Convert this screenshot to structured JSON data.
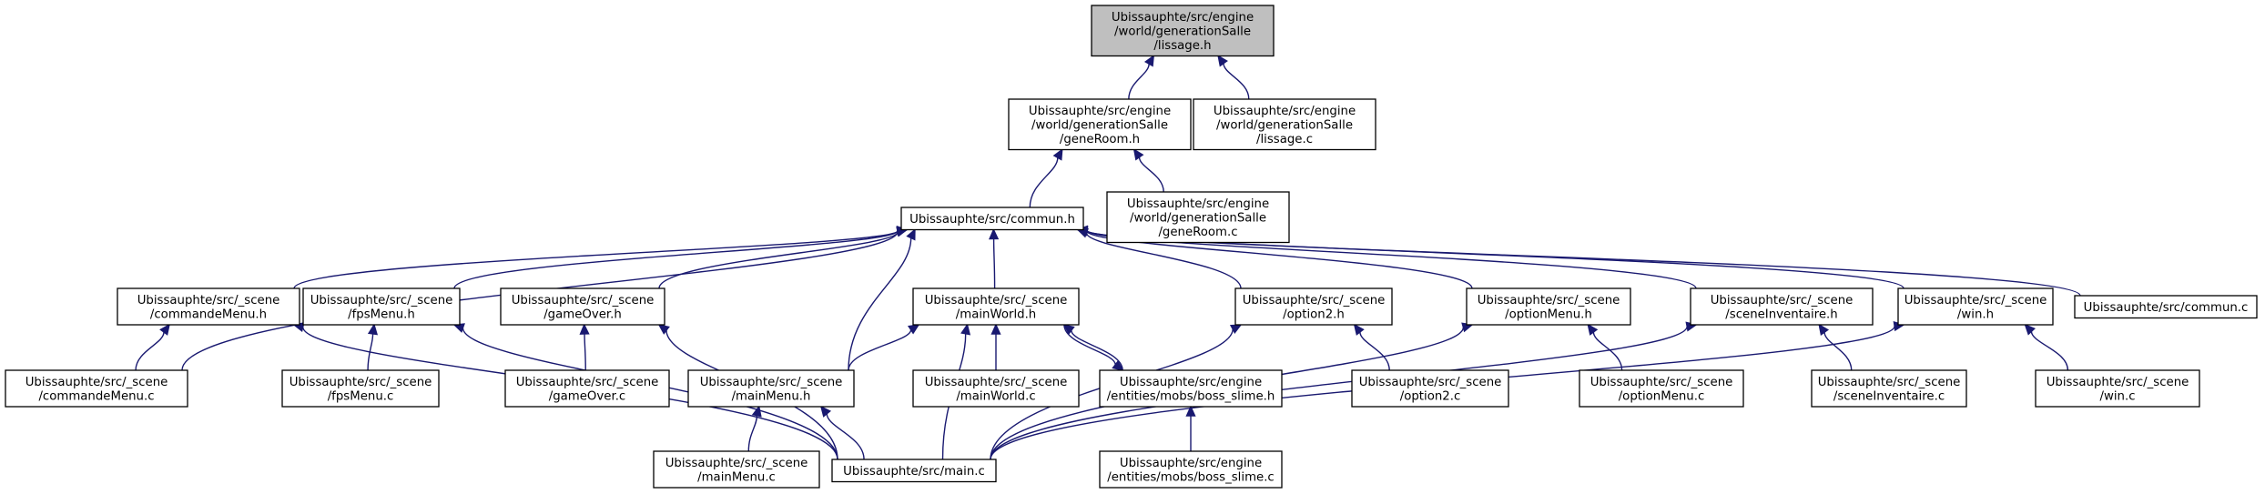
{
  "graph": {
    "nodes": [
      {
        "id": "lissage_h",
        "lines": [
          "Ubissauphte/src/engine",
          "/world/generationSalle",
          "/lissage.h"
        ],
        "root": true
      },
      {
        "id": "geneRoom_h",
        "lines": [
          "Ubissauphte/src/engine",
          "/world/generationSalle",
          "/geneRoom.h"
        ]
      },
      {
        "id": "lissage_c",
        "lines": [
          "Ubissauphte/src/engine",
          "/world/generationSalle",
          "/lissage.c"
        ]
      },
      {
        "id": "commun_h",
        "lines": [
          "Ubissauphte/src/commun.h"
        ]
      },
      {
        "id": "geneRoom_c",
        "lines": [
          "Ubissauphte/src/engine",
          "/world/generationSalle",
          "/geneRoom.c"
        ]
      },
      {
        "id": "commandeMenu_h",
        "lines": [
          "Ubissauphte/src/_scene",
          "/commandeMenu.h"
        ]
      },
      {
        "id": "fpsMenu_h",
        "lines": [
          "Ubissauphte/src/_scene",
          "/fpsMenu.h"
        ]
      },
      {
        "id": "gameOver_h",
        "lines": [
          "Ubissauphte/src/_scene",
          "/gameOver.h"
        ]
      },
      {
        "id": "mainWorld_h",
        "lines": [
          "Ubissauphte/src/_scene",
          "/mainWorld.h"
        ]
      },
      {
        "id": "option2_h",
        "lines": [
          "Ubissauphte/src/_scene",
          "/option2.h"
        ]
      },
      {
        "id": "optionMenu_h",
        "lines": [
          "Ubissauphte/src/_scene",
          "/optionMenu.h"
        ]
      },
      {
        "id": "sceneInventaire_h",
        "lines": [
          "Ubissauphte/src/_scene",
          "/sceneInventaire.h"
        ]
      },
      {
        "id": "win_h",
        "lines": [
          "Ubissauphte/src/_scene",
          "/win.h"
        ]
      },
      {
        "id": "commun_c",
        "lines": [
          "Ubissauphte/src/commun.c"
        ]
      },
      {
        "id": "commandeMenu_c",
        "lines": [
          "Ubissauphte/src/_scene",
          "/commandeMenu.c"
        ]
      },
      {
        "id": "fpsMenu_c",
        "lines": [
          "Ubissauphte/src/_scene",
          "/fpsMenu.c"
        ]
      },
      {
        "id": "gameOver_c",
        "lines": [
          "Ubissauphte/src/_scene",
          "/gameOver.c"
        ]
      },
      {
        "id": "mainMenu_h",
        "lines": [
          "Ubissauphte/src/_scene",
          "/mainMenu.h"
        ]
      },
      {
        "id": "mainWorld_c",
        "lines": [
          "Ubissauphte/src/_scene",
          "/mainWorld.c"
        ]
      },
      {
        "id": "boss_slime_h",
        "lines": [
          "Ubissauphte/src/engine",
          "/entities/mobs/boss_slime.h"
        ]
      },
      {
        "id": "option2_c",
        "lines": [
          "Ubissauphte/src/_scene",
          "/option2.c"
        ]
      },
      {
        "id": "optionMenu_c",
        "lines": [
          "Ubissauphte/src/_scene",
          "/optionMenu.c"
        ]
      },
      {
        "id": "sceneInventaire_c",
        "lines": [
          "Ubissauphte/src/_scene",
          "/sceneInventaire.c"
        ]
      },
      {
        "id": "win_c",
        "lines": [
          "Ubissauphte/src/_scene",
          "/win.c"
        ]
      },
      {
        "id": "mainMenu_c",
        "lines": [
          "Ubissauphte/src/_scene",
          "/mainMenu.c"
        ]
      },
      {
        "id": "main_c",
        "lines": [
          "Ubissauphte/src/main.c"
        ]
      },
      {
        "id": "boss_slime_c",
        "lines": [
          "Ubissauphte/src/engine",
          "/entities/mobs/boss_slime.c"
        ]
      }
    ],
    "edges": [
      [
        "geneRoom_h",
        "lissage_h"
      ],
      [
        "lissage_c",
        "lissage_h"
      ],
      [
        "commun_h",
        "geneRoom_h"
      ],
      [
        "geneRoom_c",
        "geneRoom_h"
      ],
      [
        "commandeMenu_h",
        "commun_h"
      ],
      [
        "commandeMenu_c",
        "commun_h"
      ],
      [
        "fpsMenu_h",
        "commun_h"
      ],
      [
        "gameOver_h",
        "commun_h"
      ],
      [
        "mainMenu_h",
        "commun_h"
      ],
      [
        "mainWorld_h",
        "commun_h"
      ],
      [
        "option2_h",
        "commun_h"
      ],
      [
        "optionMenu_h",
        "commun_h"
      ],
      [
        "sceneInventaire_h",
        "commun_h"
      ],
      [
        "win_h",
        "commun_h"
      ],
      [
        "commun_c",
        "commun_h"
      ],
      [
        "commandeMenu_c",
        "commandeMenu_h"
      ],
      [
        "main_c",
        "commandeMenu_h"
      ],
      [
        "fpsMenu_c",
        "fpsMenu_h"
      ],
      [
        "main_c",
        "fpsMenu_h"
      ],
      [
        "gameOver_c",
        "gameOver_h"
      ],
      [
        "main_c",
        "gameOver_h"
      ],
      [
        "mainMenu_h",
        "mainWorld_h"
      ],
      [
        "mainWorld_c",
        "mainWorld_h"
      ],
      [
        "boss_slime_h",
        "mainWorld_h"
      ],
      [
        "main_c",
        "mainWorld_h"
      ],
      [
        "mainWorld_h",
        "boss_slime_h"
      ],
      [
        "boss_slime_c",
        "boss_slime_h"
      ],
      [
        "mainMenu_c",
        "mainMenu_h"
      ],
      [
        "main_c",
        "mainMenu_h"
      ],
      [
        "option2_c",
        "option2_h"
      ],
      [
        "main_c",
        "option2_h"
      ],
      [
        "optionMenu_c",
        "optionMenu_h"
      ],
      [
        "main_c",
        "optionMenu_h"
      ],
      [
        "sceneInventaire_c",
        "sceneInventaire_h"
      ],
      [
        "main_c",
        "sceneInventaire_h"
      ],
      [
        "win_c",
        "win_h"
      ],
      [
        "main_c",
        "win_h"
      ]
    ]
  }
}
